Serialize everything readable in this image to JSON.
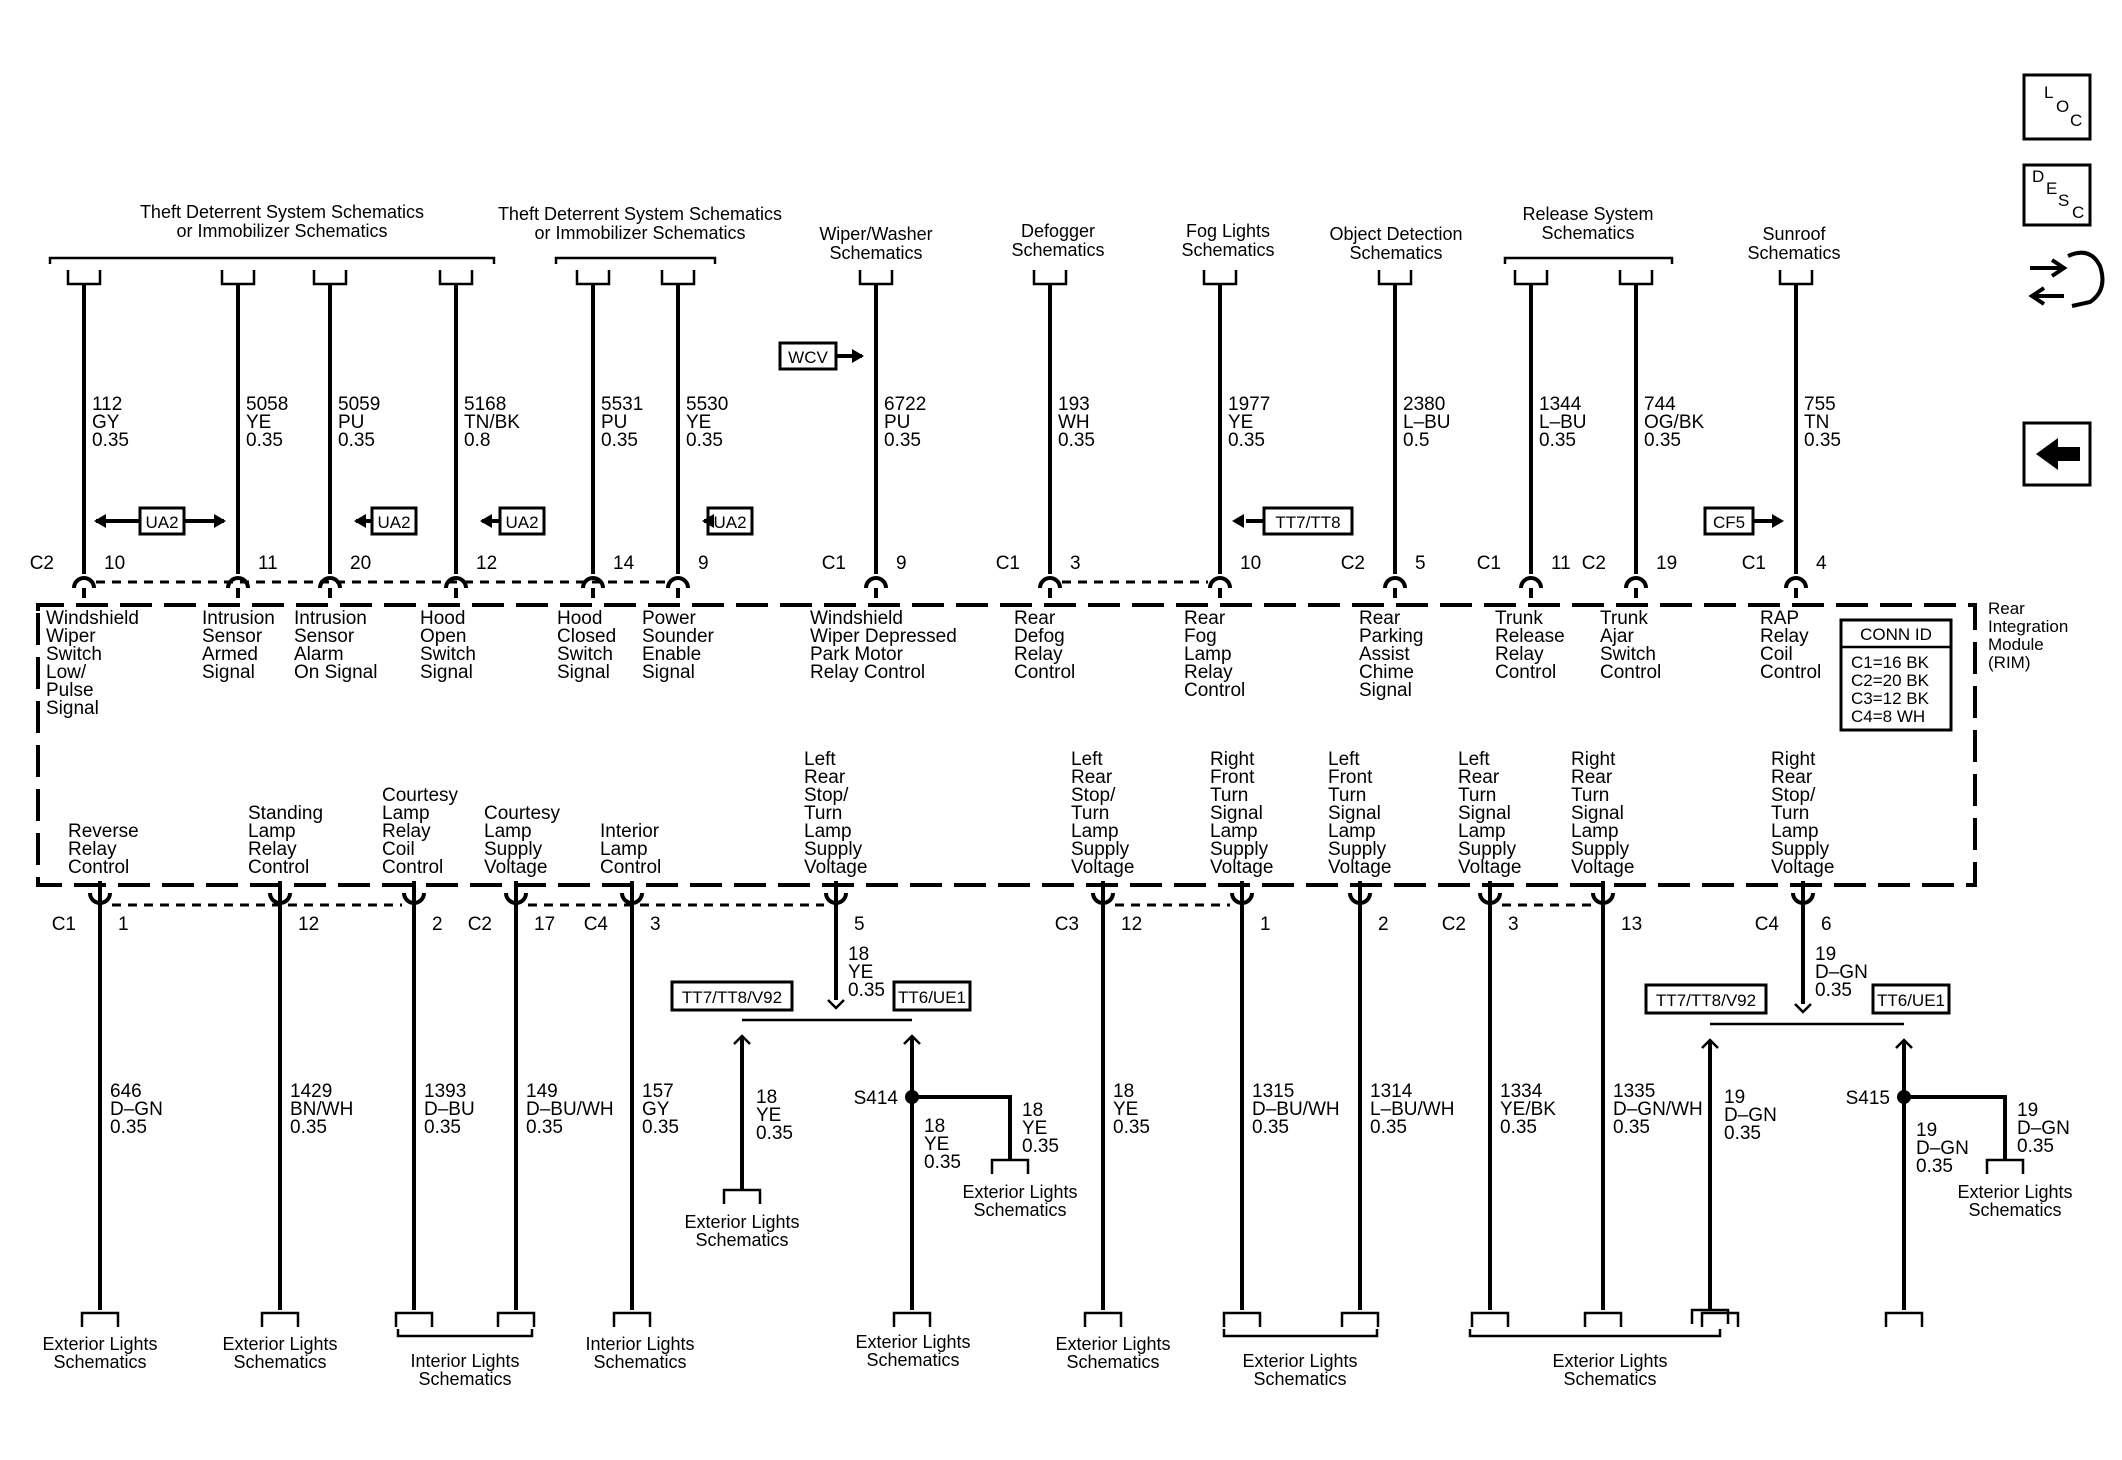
{
  "module": {
    "name_lines": [
      "Rear",
      "Integration",
      "Module",
      "(RIM)"
    ],
    "conn_id": {
      "title": "CONN ID",
      "rows": [
        "C1=16 BK",
        "C2=20 BK",
        "C3=12 BK",
        "C4=8 WH"
      ]
    }
  },
  "top_groups": [
    {
      "lines": [
        "Theft Deterrent System Schematics",
        "or Immobilizer Schematics"
      ]
    },
    {
      "lines": [
        "Theft Deterrent System Schematics",
        "or Immobilizer Schematics"
      ]
    },
    {
      "lines": [
        "Wiper/Washer",
        "Schematics"
      ]
    },
    {
      "lines": [
        "Defogger",
        "Schematics"
      ]
    },
    {
      "lines": [
        "Fog Lights",
        "Schematics"
      ]
    },
    {
      "lines": [
        "Object Detection",
        "Schematics"
      ]
    },
    {
      "lines": [
        "Release System",
        "Schematics"
      ]
    },
    {
      "lines": [
        "Sunroof",
        "Schematics"
      ]
    }
  ],
  "top_circuits": [
    {
      "conn": "C2",
      "pin": "10",
      "wire": [
        "112",
        "GY",
        "0.35"
      ],
      "label": [
        "Windshield",
        "Wiper",
        "Switch",
        "Low/",
        "Pulse",
        "Signal"
      ]
    },
    {
      "conn": "",
      "pin": "11",
      "wire": [
        "5058",
        "YE",
        "0.35"
      ],
      "label": [
        "Intrusion",
        "Sensor",
        "Armed",
        "Signal"
      ]
    },
    {
      "conn": "",
      "pin": "20",
      "wire": [
        "5059",
        "PU",
        "0.35"
      ],
      "label": [
        "Intrusion",
        "Sensor",
        "Alarm",
        "On Signal"
      ]
    },
    {
      "conn": "",
      "pin": "12",
      "wire": [
        "5168",
        "TN/BK",
        "0.8"
      ],
      "label": [
        "Hood",
        "Open",
        "Switch",
        "Signal"
      ]
    },
    {
      "conn": "",
      "pin": "14",
      "wire": [
        "5531",
        "PU",
        "0.35"
      ],
      "label": [
        "Hood",
        "Closed",
        "Switch",
        "Signal"
      ]
    },
    {
      "conn": "",
      "pin": "9",
      "wire": [
        "5530",
        "YE",
        "0.35"
      ],
      "label": [
        "Power",
        "Sounder",
        "Enable",
        "Signal"
      ]
    },
    {
      "conn": "C1",
      "pin": "9",
      "wire": [
        "6722",
        "PU",
        "0.35"
      ],
      "label": [
        "Windshield",
        "Wiper Depressed",
        "Park Motor",
        "Relay Control"
      ]
    },
    {
      "conn": "C1",
      "pin": "3",
      "wire": [
        "193",
        "WH",
        "0.35"
      ],
      "label": [
        "Rear",
        "Defog",
        "Relay",
        "Control"
      ]
    },
    {
      "conn": "",
      "pin": "10",
      "wire": [
        "1977",
        "YE",
        "0.35"
      ],
      "label": [
        "Rear",
        "Fog",
        "Lamp",
        "Relay",
        "Control"
      ]
    },
    {
      "conn": "C2",
      "pin": "5",
      "wire": [
        "2380",
        "L–BU",
        "0.5"
      ],
      "label": [
        "Rear",
        "Parking",
        "Assist",
        "Chime",
        "Signal"
      ]
    },
    {
      "conn": "C1",
      "pin": "11",
      "wire": [
        "1344",
        "L–BU",
        "0.35"
      ],
      "label": [
        "Trunk",
        "Release",
        "Relay",
        "Control"
      ]
    },
    {
      "conn": "C2",
      "pin": "19",
      "wire": [
        "744",
        "OG/BK",
        "0.35"
      ],
      "label": [
        "Trunk",
        "Ajar",
        "Switch",
        "Control"
      ]
    },
    {
      "conn": "C1",
      "pin": "4",
      "wire": [
        "755",
        "TN",
        "0.35"
      ],
      "label": [
        "RAP",
        "Relay",
        "Coil",
        "Control"
      ]
    }
  ],
  "options": [
    "UA2",
    "UA2",
    "UA2",
    "UA2",
    "WCV",
    "TT7/TT8",
    "CF5"
  ],
  "bottom_circuits": [
    {
      "conn": "C1",
      "pin": "1",
      "wire": [
        "646",
        "D–GN",
        "0.35"
      ],
      "label": [
        "Reverse",
        "Relay",
        "Control"
      ]
    },
    {
      "conn": "",
      "pin": "12",
      "wire": [
        "1429",
        "BN/WH",
        "0.35"
      ],
      "label": [
        "Standing",
        "Lamp",
        "Relay",
        "Control"
      ]
    },
    {
      "conn": "",
      "pin": "2",
      "wire": [
        "1393",
        "D–BU",
        "0.35"
      ],
      "label": [
        "Courtesy",
        "Lamp",
        "Relay",
        "Coil",
        "Control"
      ]
    },
    {
      "conn": "C2",
      "pin": "17",
      "wire": [
        "149",
        "D–BU/WH",
        "0.35"
      ],
      "label": [
        "Courtesy",
        "Lamp",
        "Supply",
        "Voltage"
      ]
    },
    {
      "conn": "C4",
      "pin": "3",
      "wire": [
        "157",
        "GY",
        "0.35"
      ],
      "label": [
        "Interior",
        "Lamp",
        "Control"
      ]
    },
    {
      "conn": "",
      "pin": "5",
      "wire": [
        "18",
        "YE",
        "0.35"
      ],
      "label": [
        "Left",
        "Rear",
        "Stop/",
        "Turn",
        "Lamp",
        "Supply",
        "Voltage"
      ]
    },
    {
      "conn": "C3",
      "pin": "12",
      "wire": [
        "18",
        "YE",
        "0.35"
      ],
      "label": [
        "Left",
        "Rear",
        "Stop/",
        "Turn",
        "Lamp",
        "Supply",
        "Voltage"
      ]
    },
    {
      "conn": "",
      "pin": "1",
      "wire": [
        "1315",
        "D–BU/WH",
        "0.35"
      ],
      "label": [
        "Right",
        "Front",
        "Turn",
        "Signal",
        "Lamp",
        "Supply",
        "Voltage"
      ]
    },
    {
      "conn": "",
      "pin": "2",
      "wire": [
        "1314",
        "L–BU/WH",
        "0.35"
      ],
      "label": [
        "Left",
        "Front",
        "Turn",
        "Signal",
        "Lamp",
        "Supply",
        "Voltage"
      ]
    },
    {
      "conn": "C2",
      "pin": "3",
      "wire": [
        "1334",
        "YE/BK",
        "0.35"
      ],
      "label": [
        "Left",
        "Rear",
        "Turn",
        "Signal",
        "Lamp",
        "Supply",
        "Voltage"
      ]
    },
    {
      "conn": "",
      "pin": "13",
      "wire": [
        "1335",
        "D–GN/WH",
        "0.35"
      ],
      "label": [
        "Right",
        "Rear",
        "Turn",
        "Signal",
        "Lamp",
        "Supply",
        "Voltage"
      ]
    },
    {
      "conn": "C4",
      "pin": "6",
      "wire": [
        "19",
        "D–GN",
        "0.35"
      ],
      "label": [
        "Right",
        "Rear",
        "Stop/",
        "Turn",
        "Lamp",
        "Supply",
        "Voltage"
      ]
    }
  ],
  "branches": {
    "left": {
      "option_a": "TT7/TT8/V92",
      "option_b": "TT6/UE1",
      "splice": "S414",
      "wire_a": [
        "18",
        "YE",
        "0.35"
      ],
      "wire_b": [
        "18",
        "YE",
        "0.35"
      ],
      "wire_c": [
        "18",
        "YE",
        "0.35"
      ]
    },
    "right": {
      "option_a": "TT7/TT8/V92",
      "option_b": "TT6/UE1",
      "splice": "S415",
      "wire_a": [
        "19",
        "D–GN",
        "0.35"
      ],
      "wire_b": [
        "19",
        "D–GN",
        "0.35"
      ],
      "wire_c": [
        "19",
        "D–GN",
        "0.35"
      ]
    },
    "stub_label": [
      "Exterior Lights",
      "Schematics"
    ]
  },
  "bottom_dests": [
    {
      "lines": [
        "Exterior Lights",
        "Schematics"
      ]
    },
    {
      "lines": [
        "Exterior Lights",
        "Schematics"
      ]
    },
    {
      "lines": [
        "Interior Lights",
        "Schematics"
      ]
    },
    {
      "lines": [
        "Interior Lights",
        "Schematics"
      ]
    },
    {
      "lines": [
        "Exterior Lights",
        "Schematics"
      ]
    },
    {
      "lines": [
        "Exterior Lights",
        "Schematics"
      ]
    },
    {
      "lines": [
        "Exterior Lights",
        "Schematics"
      ]
    },
    {
      "lines": [
        "Exterior Lights",
        "Schematics"
      ]
    }
  ],
  "nav": {
    "loc": [
      "L",
      "O",
      "C"
    ],
    "desc": [
      "D",
      "E",
      "S",
      "C"
    ]
  }
}
